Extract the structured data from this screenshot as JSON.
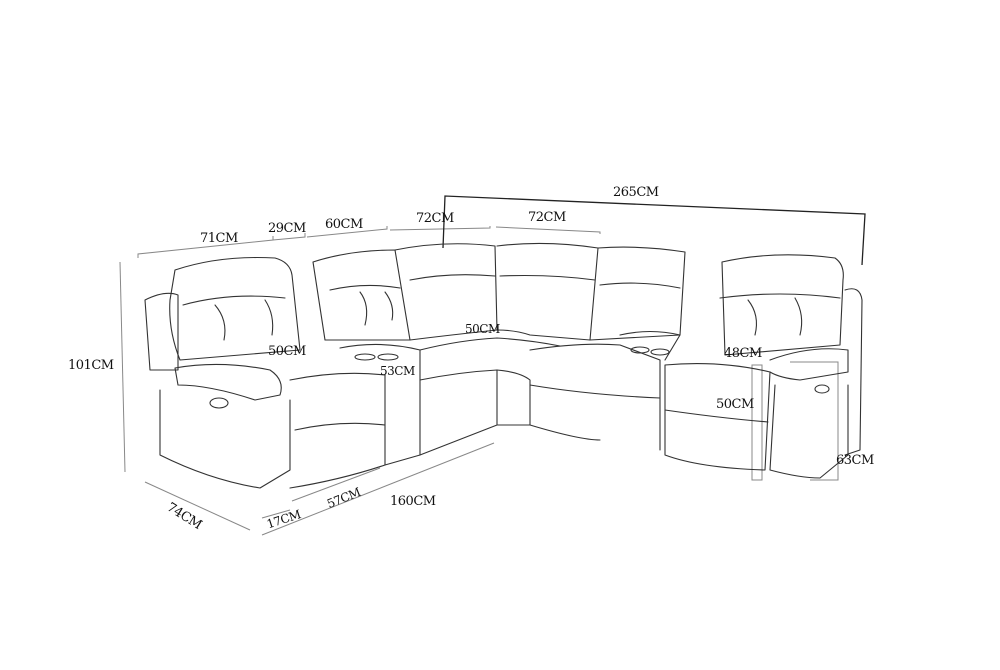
{
  "diagram": {
    "subject": "Corner sectional recliner sofa line drawing with dimensions",
    "dimensions": {
      "arm_width_left": "71CM",
      "console_width": "29CM",
      "seat_width_left": "60CM",
      "corner_left": "72CM",
      "corner_right": "72CM",
      "total_length_right": "265CM",
      "total_height": "101CM",
      "arm_height_seat_left": "50CM",
      "console_height": "53CM",
      "seat_depth_corner": "50CM",
      "seat_depth_right": "48CM",
      "seat_height_right": "50CM",
      "arm_height_right": "63CM",
      "depth_left": "74CM",
      "leg_offset": "17CM",
      "seat_front": "57CM",
      "total_length_left": "160CM"
    }
  }
}
